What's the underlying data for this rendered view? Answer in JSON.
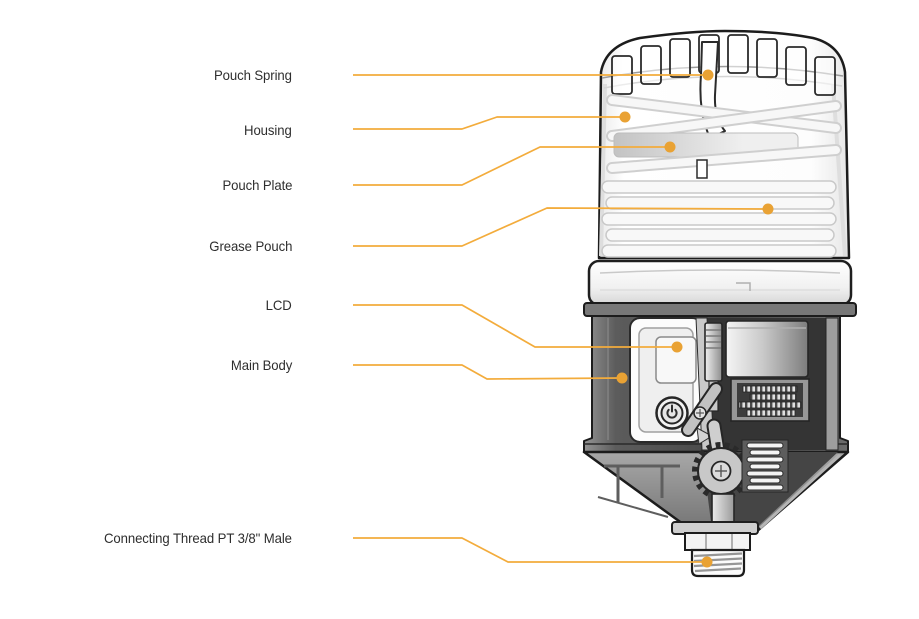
{
  "diagram": {
    "accent_color": "#F3AC3C",
    "dot_color": "#E9A234",
    "label_color": "#2E2E2E",
    "labels": [
      "Pouch Spring",
      "Housing",
      "Pouch Plate",
      "Grease Pouch",
      "LCD",
      "Main Body",
      "Connecting Thread PT 3/8\" Male"
    ]
  }
}
